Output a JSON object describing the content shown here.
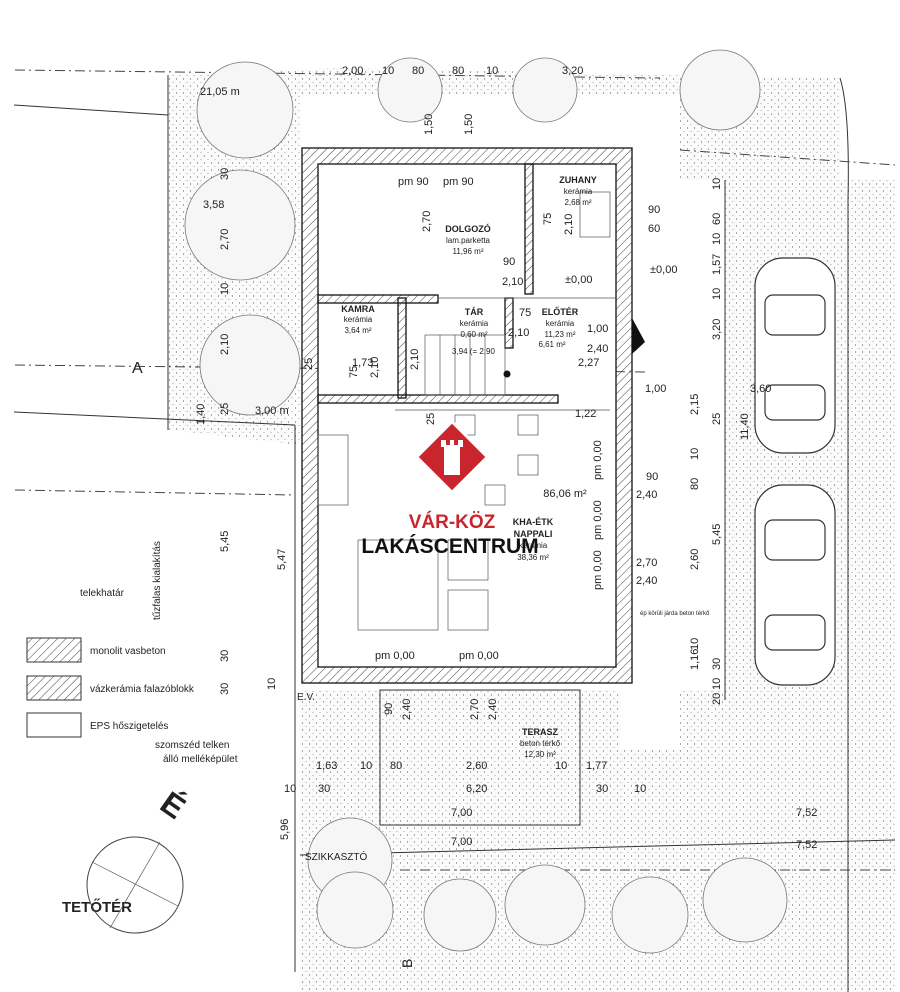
{
  "dimensions": {
    "top_row": [
      "2,00",
      "10",
      "80",
      "80",
      "10",
      "3,20"
    ],
    "top_left": "21,05 m",
    "top_vertical": [
      "1,50",
      "1,50"
    ],
    "left_col": [
      "30",
      "3,58",
      "2,70",
      "10",
      "2,10",
      "25",
      "1,40",
      "3,00 m"
    ],
    "right_col": [
      "10",
      "60",
      "10",
      "1,57",
      "10",
      "3,20",
      "11,40",
      "25",
      "2,15",
      "10",
      "80",
      "5,45",
      "2,60",
      "10",
      "1,16",
      "30",
      "10",
      "20",
      "3,60",
      "1,00"
    ],
    "openings_right": [
      "90",
      "60",
      "90",
      "2,40",
      "2,70",
      "2,40",
      "1,00",
      "2,40"
    ],
    "interior": [
      "pm 90",
      "pm 90",
      "2,70",
      "90",
      "2,10",
      "75",
      "2,10",
      "±0,00",
      "±0,00",
      "75",
      "2,10",
      "2,10",
      "1,73",
      "75",
      "2,10",
      "2,27",
      "1,22",
      "25",
      "25",
      "3,94 (= 2,90"
    ],
    "floor_pm": [
      "pm 0,00",
      "pm 0,00",
      "pm 0,00",
      "pm 0,00",
      "pm 0,00"
    ],
    "left_outer": [
      "5,45",
      "5,47",
      "30",
      "30",
      "10",
      "5,96",
      "90",
      "2,40",
      "2,70",
      "2,40"
    ],
    "bottom_row1": [
      "1,63",
      "10",
      "80",
      "2,60",
      "1,77",
      "10"
    ],
    "bottom_row2": [
      "10",
      "30",
      "6,20",
      "30",
      "10"
    ],
    "bottom_row3": [
      "7,00",
      "7,52"
    ],
    "bottom_row4": [
      "7,00",
      "7,52"
    ]
  },
  "rooms": [
    {
      "name": "DOLGOZÓ",
      "floor": "lam.parketta",
      "area": "11,96 m²"
    },
    {
      "name": "ZUHANY",
      "floor": "kerámia",
      "area": "2,68 m²"
    },
    {
      "name": "KAMRA",
      "floor": "kerámia",
      "area": "3,64 m²"
    },
    {
      "name": "TÁR",
      "floor": "kerámia",
      "area": "0,60 m²"
    },
    {
      "name": "ELŐTÉR",
      "floor": "kerámia",
      "area": "11,23 m²",
      "area2": "6,61 m²"
    },
    {
      "name": "KHA-ÉTK",
      "name2": "NAPPALI",
      "floor": "kerámia",
      "area": "38,36 m²",
      "extra": "86,06 m²"
    },
    {
      "name": "TERASZ",
      "floor": "beton térkő",
      "area": "12,30 m²"
    }
  ],
  "labels": {
    "section_a": "A",
    "section_b": "B",
    "telekhatar": "telekhatár",
    "tuzfal": "tűzfalas kialakítás",
    "szomszed1": "szomszéd telken",
    "szomszed2": "álló melléképület",
    "szikkaszto": "SZIKKASZTÓ",
    "tetoter": "TETŐTÉR",
    "north": "É",
    "ev": "E.V.",
    "side_path": "ép körüli\njárda\nbeton térkő"
  },
  "legend": [
    {
      "label": "monolit vasbeton"
    },
    {
      "label": "vázkerámia falazóblokk"
    },
    {
      "label": "EPS hőszigetelés"
    }
  ],
  "logo": {
    "line1": "VÁR-KÖZ",
    "line2": "LAKÁSCENTRUM",
    "color": "#c8262c"
  }
}
